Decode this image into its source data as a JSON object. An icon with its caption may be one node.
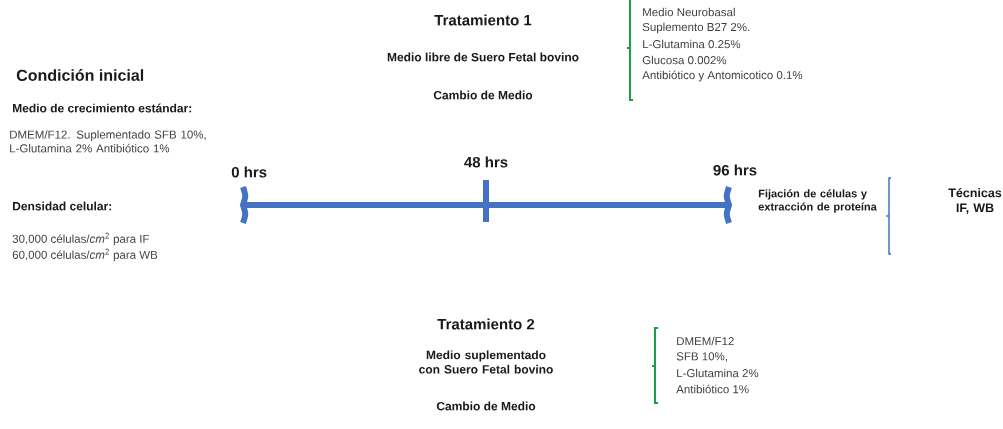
{
  "diagram": {
    "labels": [
      "Tratamiento 1",
      "Medio libre de Suero Fetal bovino",
      "Cambio de Medio",
      "Medio Neurobasal",
      "Suplemento B27 2%.",
      "L-Glutamina 0.25%",
      "Glucosa 0.002%",
      "Antibiótico y Antomicotico 0.1%",
      "Condición inicial",
      "Medio de crecimiento estándar:",
      "DMEM/F12. Suplementado SFB 10%, L-Glutamina 2% Antibiótico 1%",
      "0 hrs",
      "48 hrs",
      "96 hrs",
      "Densidad celular:",
      "30,000 células/*cm*$^{2}$ para IF",
      "60,000 células/*cm*$^{2}$ para WB",
      "Fijación de células y extracción de proteína",
      "Técnicas IF, WB",
      "Tratamiento 2",
      "Medio suplementado con Suero Fetal bovino",
      "Cambio de Medio",
      "DMEM/F12",
      "SFB 10%,",
      "L-Glutamina 2%",
      "Antibiótico 1%"
    ]
  }
}
